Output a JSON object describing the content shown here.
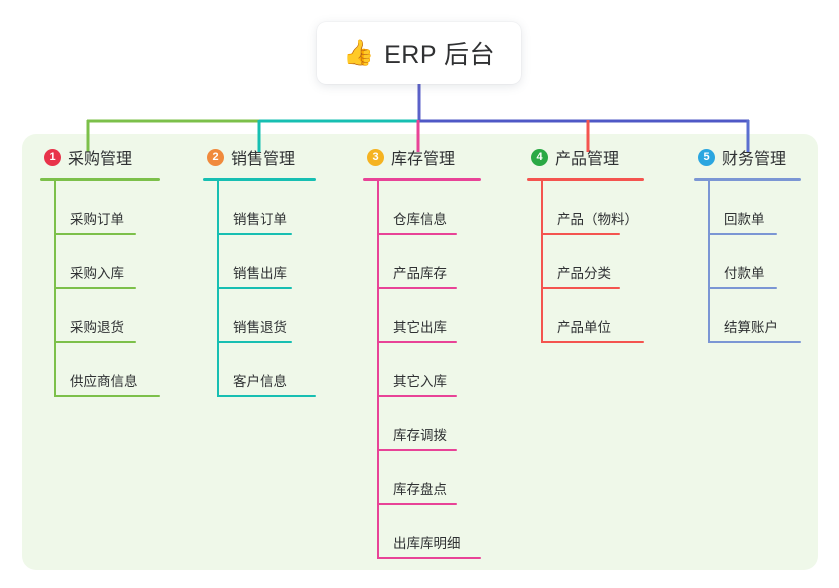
{
  "root": {
    "icon": "thumbs-up-icon",
    "emoji": "👍",
    "title": "ERP 后台"
  },
  "palette": {
    "panel_bg": "#eff8e9",
    "page_bg": "#ffffff",
    "text": "#2f3133",
    "root_stem": "#5b61c9"
  },
  "columns": [
    {
      "number": "1",
      "title": "采购管理",
      "badge_color": "#e8334a",
      "line_color": "#7cc04a",
      "items": [
        "采购订单",
        "采购入库",
        "采购退货",
        "供应商信息"
      ]
    },
    {
      "number": "2",
      "title": "销售管理",
      "badge_color": "#f08a3c",
      "line_color": "#17bfb2",
      "items": [
        "销售订单",
        "销售出库",
        "销售退货",
        "客户信息"
      ]
    },
    {
      "number": "3",
      "title": "库存管理",
      "badge_color": "#f5b321",
      "line_color": "#e84397",
      "items": [
        "仓库信息",
        "产品库存",
        "其它出库",
        "其它入库",
        "库存调拨",
        "库存盘点",
        "出库库明细"
      ]
    },
    {
      "number": "4",
      "title": "产品管理",
      "badge_color": "#2aa945",
      "line_color": "#f4544f",
      "items": [
        "产品（物料）",
        "产品分类",
        "产品单位"
      ]
    },
    {
      "number": "5",
      "title": "财务管理",
      "badge_color": "#2ba6e0",
      "line_color": "#7b96d4",
      "items": [
        "回款单",
        "付款单",
        "结算账户"
      ]
    }
  ],
  "connector": {
    "segments": [
      {
        "name": "segment-purchase",
        "color": "#7cc04a"
      },
      {
        "name": "segment-sales",
        "color": "#17bfb2"
      },
      {
        "name": "segment-right",
        "color": "#4f58c6"
      }
    ],
    "drops": [
      "#7cc04a",
      "#17bfb2",
      "#e84397",
      "#f4544f",
      "#5b6fd0"
    ]
  }
}
